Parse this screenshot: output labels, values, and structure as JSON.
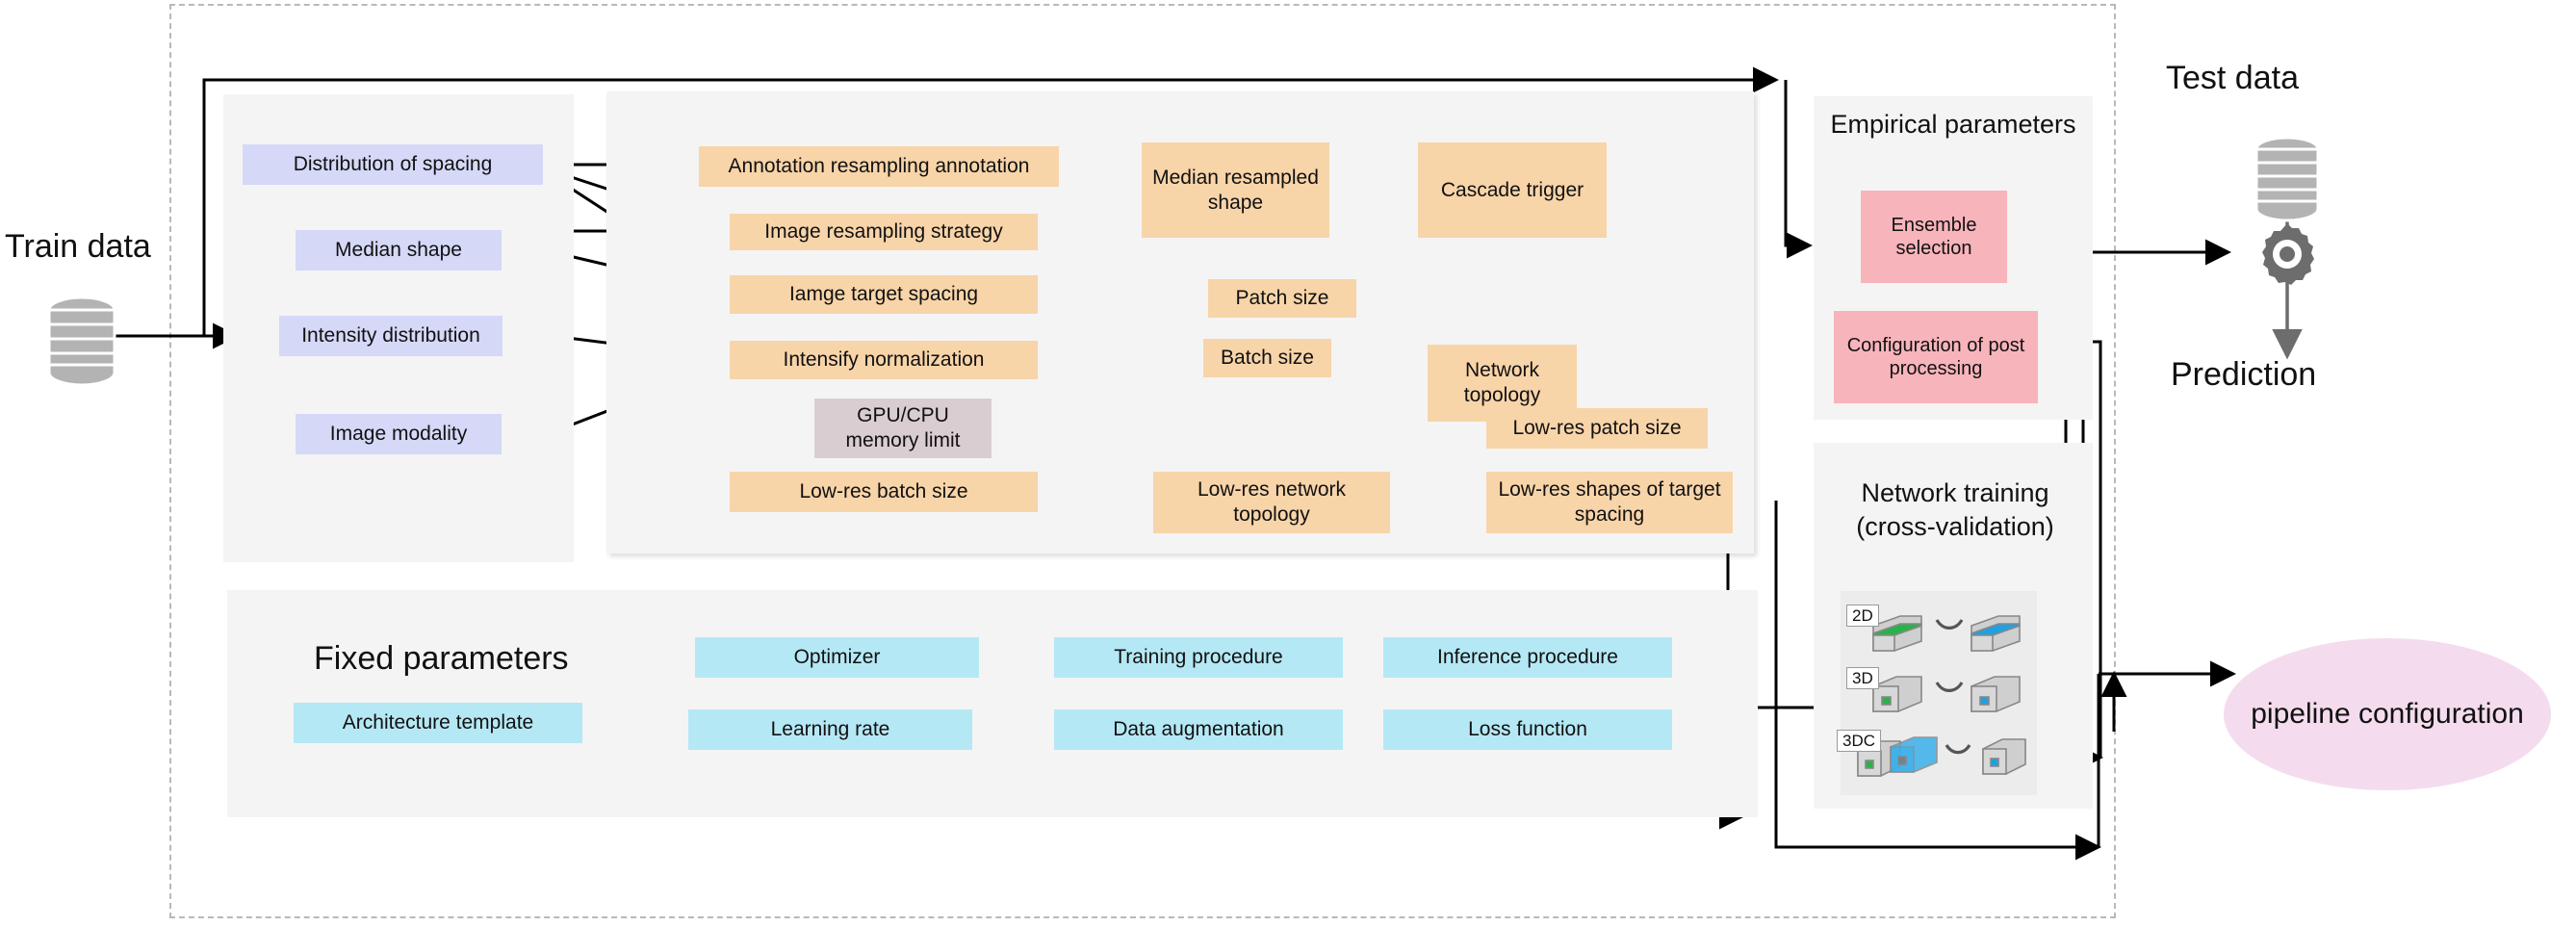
{
  "diagram": {
    "title_hidden": "nnU-Net automated configuration pipeline",
    "train_data_label": "Train data",
    "test_data_label": "Test data",
    "prediction_label": "Prediction",
    "pipeline_configuration_label": "pipeline configuration",
    "colors": {
      "dataset_fingerprint": "#d5d8f7",
      "rule_based_parameters": "#f8d4a9",
      "hardware_constraint": "#d9cdd1",
      "empirical_parameters": "#f8b4bb",
      "fixed_parameters": "#b5e8f5",
      "panel_background": "#f4f4f4",
      "pipeline_ellipse": "#f4dcee",
      "stroke": "#000000",
      "dashed_frame": "#b9b9b9"
    }
  },
  "dataset_fingerprint": {
    "items": [
      {
        "label": "Distribution of spacing"
      },
      {
        "label": "Median shape"
      },
      {
        "label": "Intensity distribution"
      },
      {
        "label": "Image modality"
      }
    ]
  },
  "rule_based": {
    "items": [
      {
        "label": "Annotation resampling annotation"
      },
      {
        "label": "Image resampling strategy"
      },
      {
        "label": "Iamge target spacing"
      },
      {
        "label": "Intensify normalization"
      },
      {
        "label": "GPU/CPU memory limit"
      },
      {
        "label": "Median resampled shape"
      },
      {
        "label": "Cascade trigger"
      },
      {
        "label": "Patch size"
      },
      {
        "label": "Batch size"
      },
      {
        "label": "Network topology"
      },
      {
        "label": "Low-res patch size"
      },
      {
        "label": "Low-res batch size"
      },
      {
        "label": "Low-res network topology"
      },
      {
        "label": "Low-res shapes of target spacing"
      }
    ]
  },
  "empirical": {
    "heading": "Empirical parameters",
    "items": [
      {
        "label": "Ensemble selection"
      },
      {
        "label": "Configuration of post processing"
      }
    ]
  },
  "network_training": {
    "heading": "Network training (cross-validation)",
    "variants": [
      {
        "tag": "2D"
      },
      {
        "tag": "3D"
      },
      {
        "tag": "3DC"
      }
    ]
  },
  "fixed_parameters": {
    "heading": "Fixed parameters",
    "items": [
      {
        "label": "Architecture template"
      },
      {
        "label": "Optimizer"
      },
      {
        "label": "Learning rate"
      },
      {
        "label": "Training procedure"
      },
      {
        "label": "Data augmentation"
      },
      {
        "label": "Inference procedure"
      },
      {
        "label": "Loss function"
      }
    ]
  }
}
